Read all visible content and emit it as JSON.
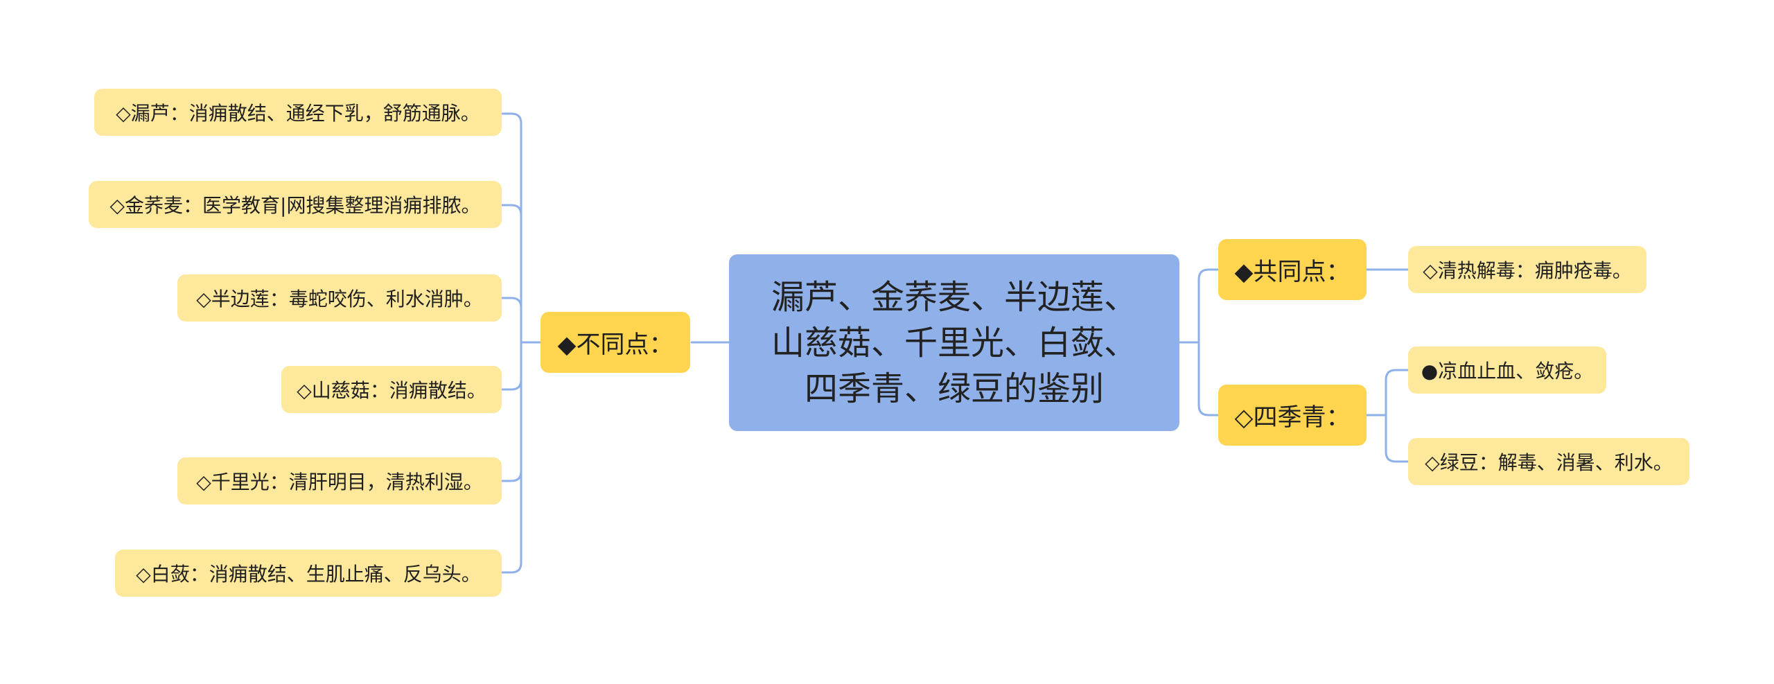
{
  "root": {
    "line1": "漏芦、金荞麦、半边莲、",
    "line2": "山慈菇、千里光、白蔹、",
    "line3": "四季青、绿豆的鉴别"
  },
  "left": {
    "label": "◆不同点：",
    "items": [
      "◇漏芦：消痈散结、通经下乳，舒筋通脉。",
      "◇金荞麦：医学教育|网搜集整理消痈排脓。",
      "◇半边莲：毒蛇咬伤、利水消肿。",
      "◇山慈菇：消痈散结。",
      "◇千里光：清肝明目，清热利湿。",
      "◇白蔹：消痈散结、生肌止痛、反乌头。"
    ]
  },
  "right": [
    {
      "label": "◆共同点：",
      "items": [
        "◇清热解毒：痈肿疮毒。"
      ]
    },
    {
      "label": "◇四季青：",
      "items": [
        "●凉血止血、敛疮。",
        "◇绿豆：解毒、消暑、利水。"
      ]
    }
  ],
  "colors": {
    "root_bg": "#8fb0e8",
    "branch_bg": "#ffd550",
    "leaf_bg": "#fee89c",
    "connector": "#8fb0e8"
  }
}
